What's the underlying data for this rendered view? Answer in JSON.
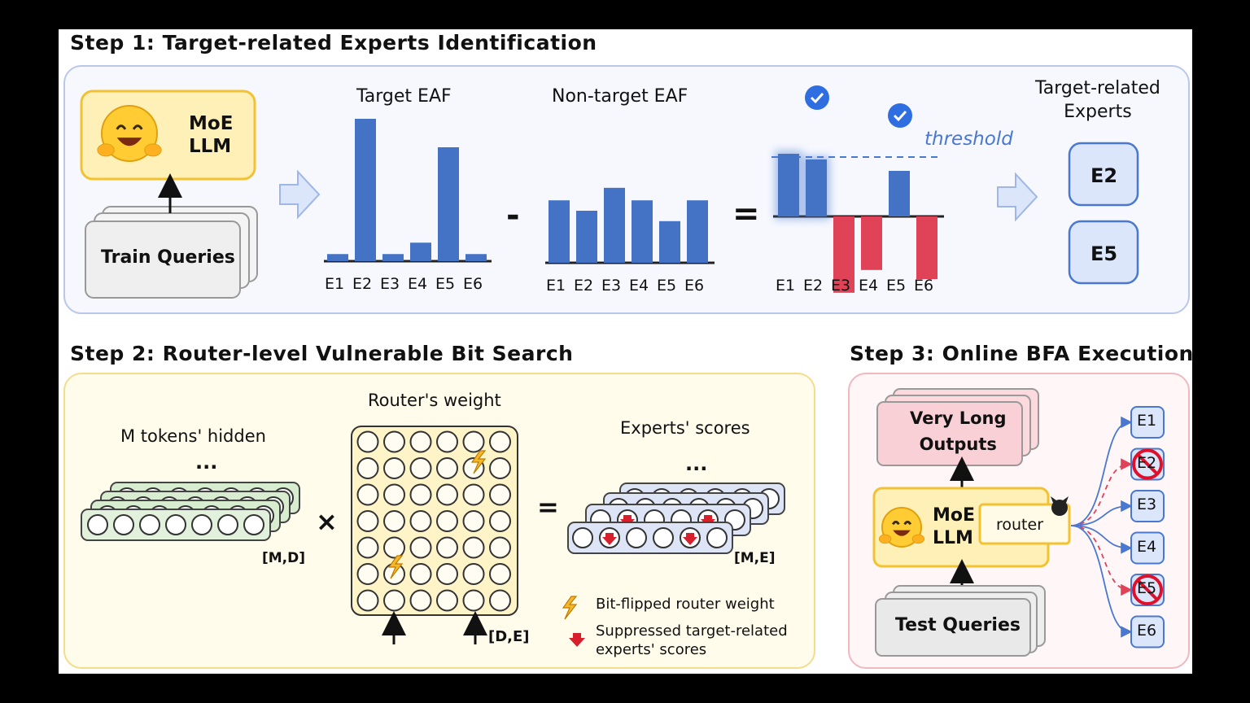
{
  "step1": {
    "title": "Step 1: Target-related Experts Identification",
    "moe_llm": "MoE\nLLM",
    "train_queries": "Train Queries",
    "target_eaf": "Target EAF",
    "nontarget_eaf": "Non-target EAF",
    "minus": "-",
    "equals": "=",
    "threshold": "threshold",
    "result_title": "Target-related\nExperts",
    "experts": [
      "E1",
      "E2",
      "E3",
      "E4",
      "E5",
      "E6"
    ],
    "target_values": [
      0.05,
      1.0,
      0.05,
      0.13,
      0.8,
      0.05
    ],
    "nontarget_values": [
      0.6,
      0.5,
      0.72,
      0.6,
      0.4,
      0.6
    ],
    "diff_values": [
      0.55,
      0.5,
      -0.67,
      -0.47,
      0.4,
      -0.55
    ],
    "selected": [
      "E2",
      "E5"
    ]
  },
  "step2": {
    "title": "Step 2: Router-level Vulnerable Bit Search",
    "hidden_label": "M tokens' hidden",
    "hidden_dim": "[M,D]",
    "router_label": "Router's weight",
    "router_dim": "[D,E]",
    "scores_label": "Experts' scores",
    "scores_dim": "[M,E]",
    "ellipsis": "...",
    "times": "×",
    "equals": "=",
    "legend_flip": "Bit-flipped router weight",
    "legend_suppress": "Suppressed target-related\nexperts' scores"
  },
  "step3": {
    "title": "Step 3: Online BFA Execution",
    "outputs": "Very Long\nOutputs",
    "moe_llm": "MoE\nLLM",
    "router": "router",
    "test_queries": "Test Queries",
    "experts": [
      "E1",
      "E2",
      "E3",
      "E4",
      "E5",
      "E6"
    ],
    "blocked": [
      "E2",
      "E5"
    ]
  },
  "colors": {
    "blue_bar": "#4472c4",
    "red_bar": "#e04358",
    "yellow_fill": "#fff0b8",
    "yellow_border": "#f3c233",
    "expert_fill": "#dce6fb",
    "expert_border": "#4a78d0"
  }
}
